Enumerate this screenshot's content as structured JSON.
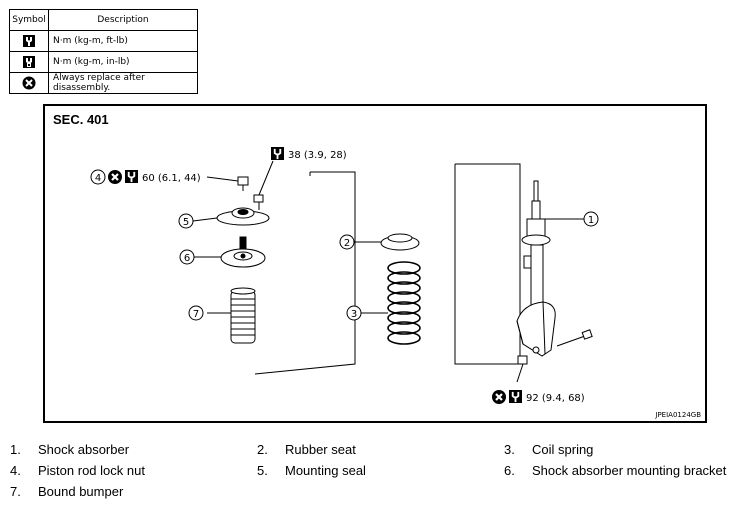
{
  "legend": {
    "header_symbol": "Symbol",
    "header_description": "Description",
    "rows": [
      {
        "icon": "torque-wrench-icon",
        "description": "N·m (kg-m, ft-lb)"
      },
      {
        "icon": "torque-wrench-small-icon",
        "description": "N·m (kg-m, in-lb)"
      },
      {
        "icon": "always-replace-icon",
        "description": "Always replace after disassembly."
      }
    ]
  },
  "diagram": {
    "section": "SEC. 401",
    "image_ref": "JPEIA0124GB",
    "torques": {
      "t38": "38 (3.9, 28)",
      "t60": "60 (6.1, 44)",
      "t92": "92 (9.4, 68)"
    },
    "callouts": [
      "1",
      "2",
      "3",
      "4",
      "5",
      "6",
      "7"
    ]
  },
  "parts": [
    {
      "num": "1.",
      "name": "Shock absorber"
    },
    {
      "num": "2.",
      "name": "Rubber seat"
    },
    {
      "num": "3.",
      "name": "Coil spring"
    },
    {
      "num": "4.",
      "name": "Piston rod lock nut"
    },
    {
      "num": "5.",
      "name": "Mounting seal"
    },
    {
      "num": "6.",
      "name": "Shock absorber mounting bracket"
    },
    {
      "num": "7.",
      "name": "Bound bumper"
    }
  ]
}
